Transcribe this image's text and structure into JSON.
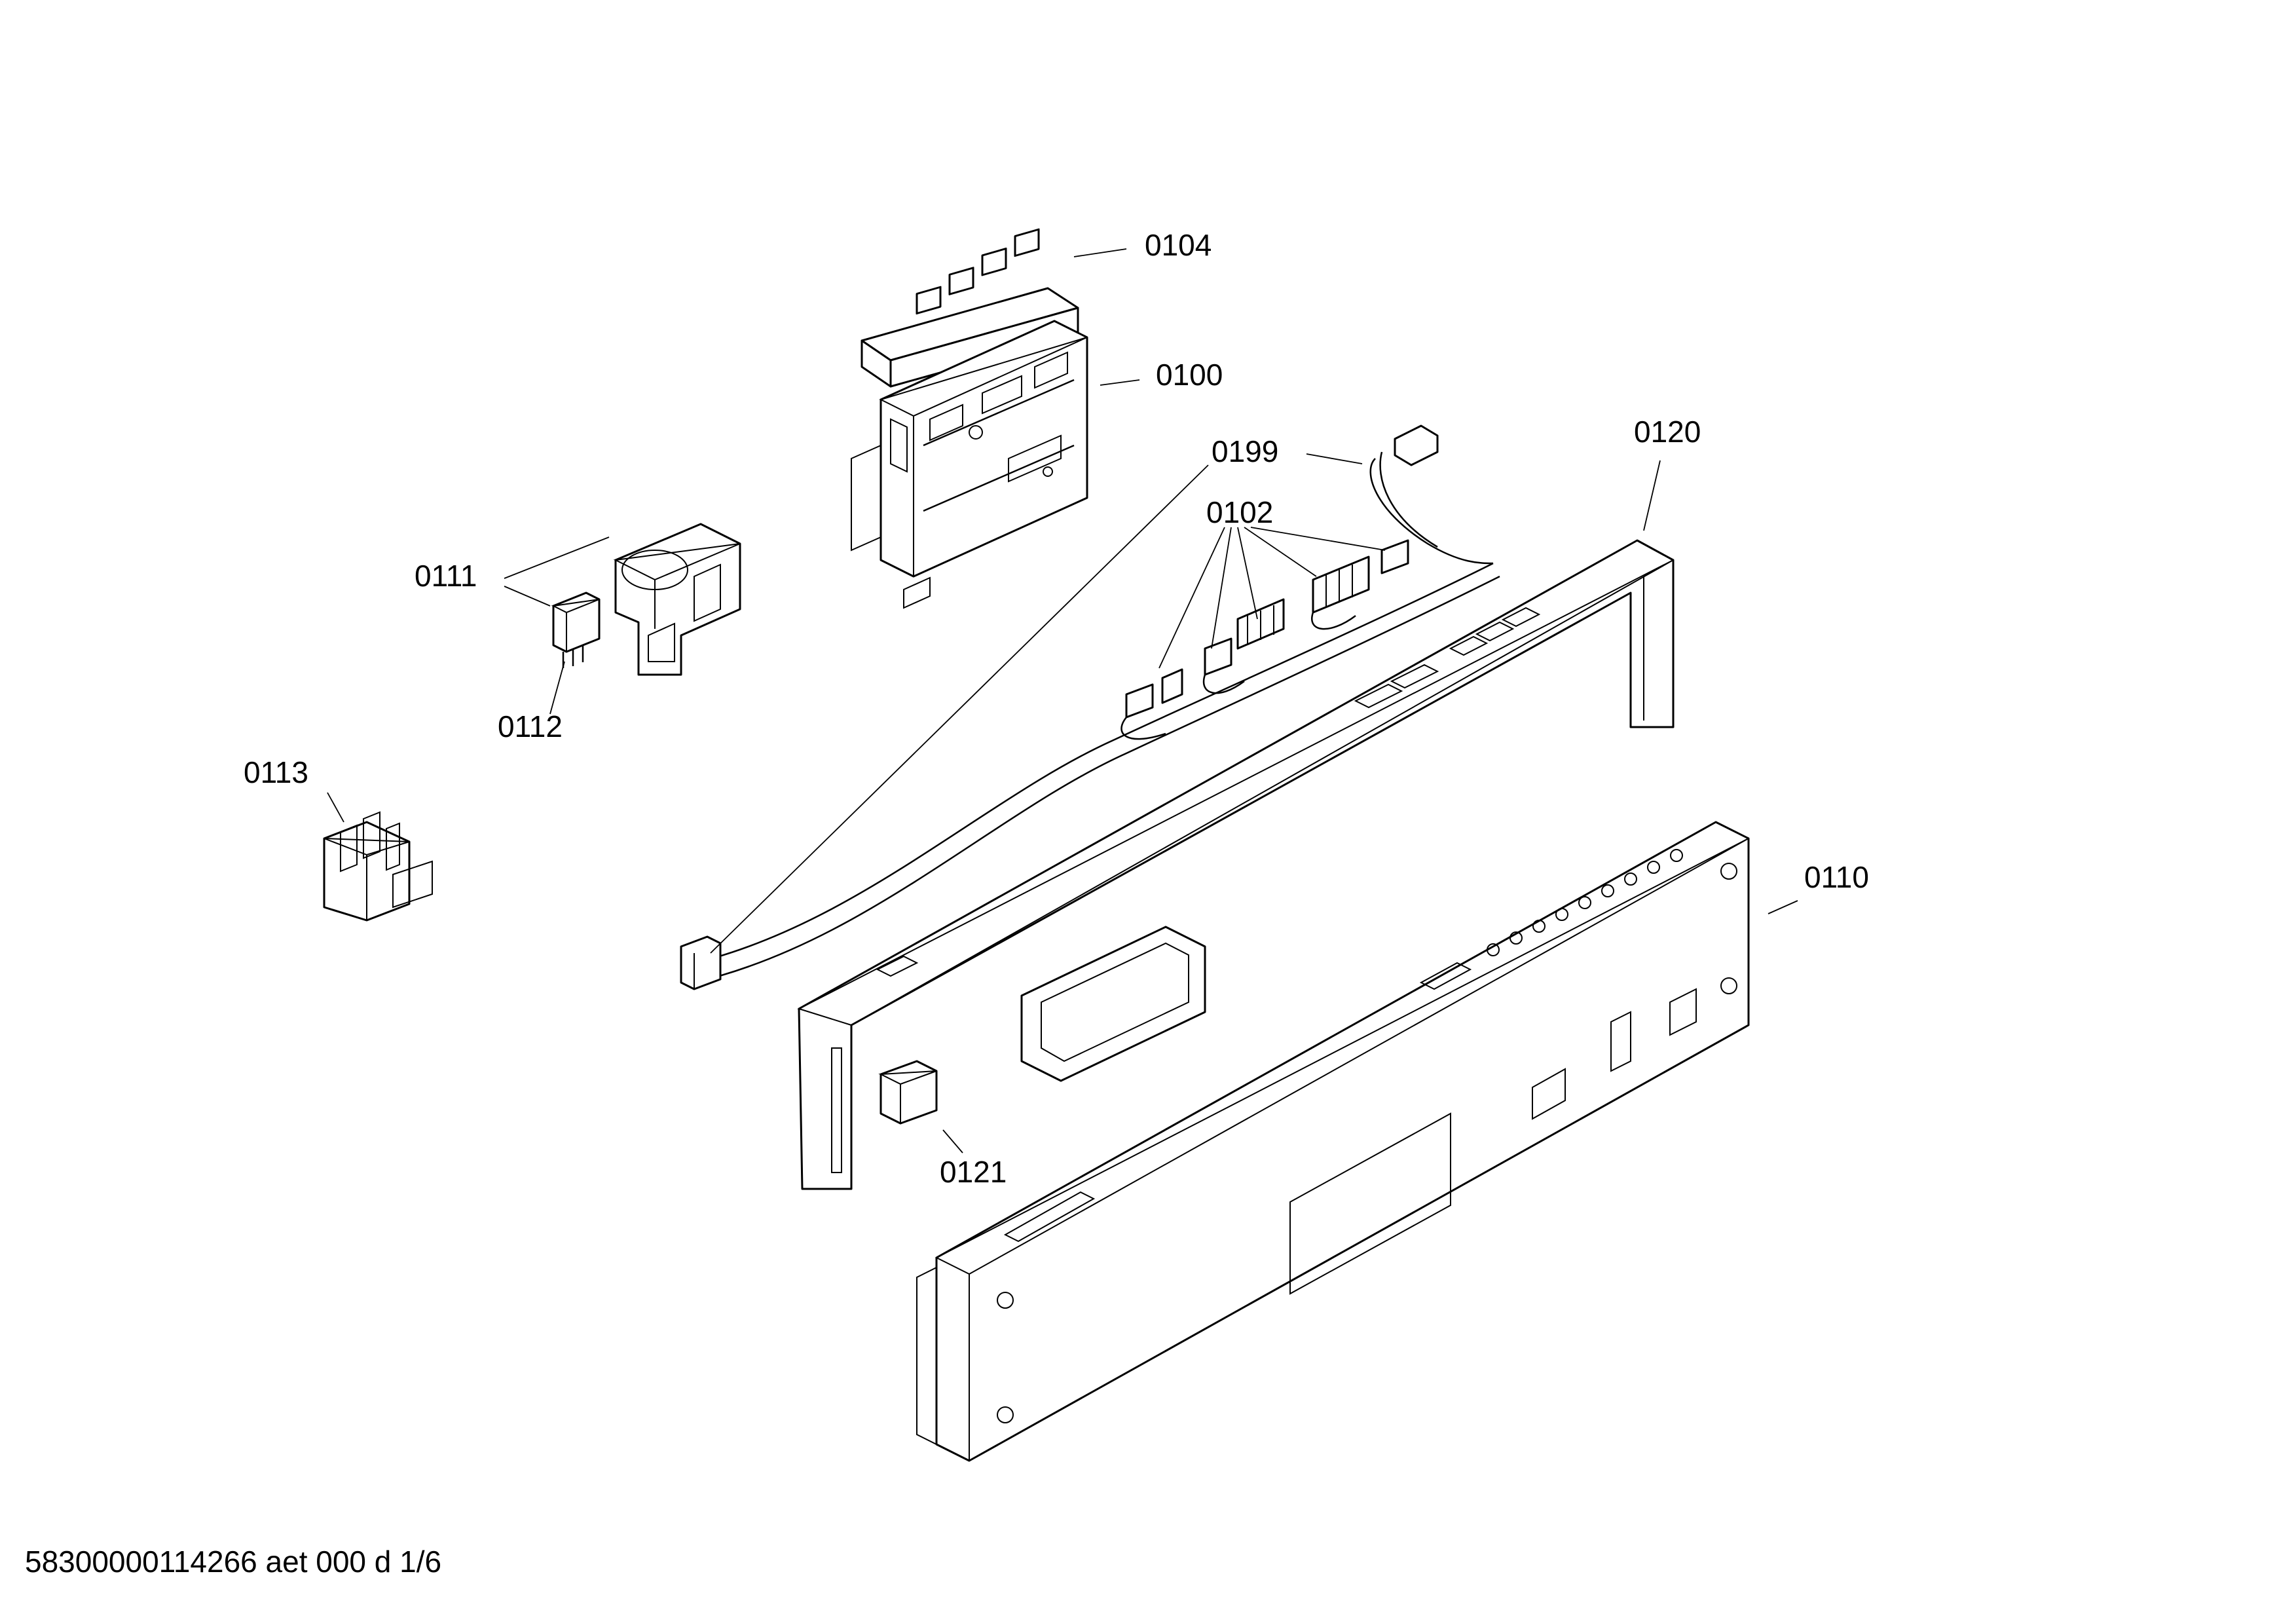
{
  "labels": {
    "p0104": "0104",
    "p0100": "0100",
    "p0199": "0199",
    "p0120": "0120",
    "p0102": "0102",
    "p0111": "0111",
    "p0112": "0112",
    "p0113": "0113",
    "p0110": "0110",
    "p0121": "0121"
  },
  "footer": {
    "code": "58300000114266 aet 000 d 1/6"
  }
}
